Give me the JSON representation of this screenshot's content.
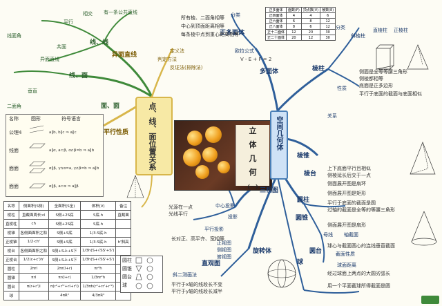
{
  "center": {
    "title_chars": [
      "立",
      "体",
      "几",
      "何",
      "(一)"
    ],
    "left_hub": "点、线、面位置关系",
    "right_hub": "空间几何体"
  },
  "left_branches": {
    "line_line": "线、线",
    "line_plane": "线、面",
    "plane_plane": "面、面",
    "parallel": "平行",
    "intersect": "相交",
    "coplanar": "共面",
    "perpendicular": "垂直",
    "skew": "异面直线",
    "skew_method": "判定方法",
    "definition": "定义法",
    "proof_by_contra": "反证法(排除法)",
    "parallel_props": "平行性质",
    "point_one": "有一条公共直线",
    "perp_line": "线面角",
    "dihedral": "二面角"
  },
  "right_branches": {
    "polyhedron": "多面体",
    "regular": "正多面体",
    "euler": "欧拉公式",
    "prism": "棱柱",
    "pyramid": "棱锥",
    "frustum": "棱台",
    "cylinder": "圆柱",
    "cone": "圆锥",
    "frustum_round": "圆台",
    "sphere": "球",
    "rotation": "旋转体",
    "three_view": "三视图",
    "direct_view": "直观图",
    "projection": "投影",
    "classify": "分类",
    "property": "性质",
    "relation": "关系",
    "oblique_prism": "斜棱柱",
    "right_prism": "直棱柱",
    "reg_prism": "正棱柱",
    "center_proj": "中心投影",
    "parallel_proj": "平行投影",
    "main_view": "正视图",
    "side_view": "侧视图",
    "top_view": "俯视图",
    "oblique_method": "斜二测画法",
    "spherical_dist": "球面距离",
    "section": "截面性质",
    "generatrix": "母线",
    "axis": "轴截面"
  },
  "misc_text": [
    "所有棱、二面角相等",
    "中心到顶面距离相等",
    "每条棱中点到重心距离相等",
    "V - E + F = 2",
    "侧面是全等等腰三角形",
    "侧棱都相等",
    "底面是正多边形",
    "平行于底面的截面与底面相似",
    "上下底面平行且相似",
    "侧棱延长后交于一点",
    "平行于底面的截面是圆",
    "过轴的截面是全等的等腰三角形",
    "球心与截面圆心的连线垂直截面",
    "经过球面上两点的大圆劣弧长",
    "光源在一点",
    "光线平行",
    "长对正、高平齐、宽相等",
    "平行于x轴的线段长不变",
    "平行于y轴的线段长减半",
    "用一个平面截球所得截面是圆",
    "侧面展开图是矩形",
    "侧面展开图是扇形",
    "侧面展开图是扇环"
  ],
  "formula_table": {
    "headers": [
      "名称",
      "侧面积(S侧)",
      "全面积(S全)",
      "体积(V)",
      "备注"
    ],
    "rows": [
      [
        "棱柱",
        "直截面周长×l",
        "S侧+2S底",
        "S底·h",
        "直截面"
      ],
      [
        "直棱柱",
        "ch",
        "S侧+2S底",
        "S底·h",
        ""
      ],
      [
        "棱锥",
        "各侧面面积之和",
        "S侧+S底",
        "1/3·S底·h",
        ""
      ],
      [
        "正棱锥",
        "1/2·ch'",
        "S侧+S底",
        "1/3·S底·h",
        "h'斜高"
      ],
      [
        "棱台",
        "各侧面面积之和",
        "S侧+S上+S下",
        "1/3h(S+√SS'+S')",
        ""
      ],
      [
        "正棱台",
        "1/2(c+c')h'",
        "S侧+S上+S下",
        "1/3h(S+√SS'+S')",
        ""
      ],
      [
        "圆柱",
        "2πrl",
        "2πr(l+r)",
        "πr²h",
        ""
      ],
      [
        "圆锥",
        "πrl",
        "πr(l+r)",
        "1/3πr²h",
        ""
      ],
      [
        "圆台",
        "π(r+r')l",
        "π(r²+r'²+rl+r'l)",
        "1/3πh(r²+rr'+r'²)",
        ""
      ],
      [
        "球",
        "",
        "4πR²",
        "4/3πR³",
        ""
      ]
    ]
  },
  "euler_table": {
    "headers": [
      "正多面体",
      "面数(F)",
      "顶点数(V)",
      "棱数(E)"
    ],
    "rows": [
      [
        "正四面体",
        "4",
        "4",
        "6"
      ],
      [
        "正六面体",
        "6",
        "8",
        "12"
      ],
      [
        "正八面体",
        "8",
        "6",
        "12"
      ],
      [
        "正十二面体",
        "12",
        "20",
        "30"
      ],
      [
        "正二十面体",
        "20",
        "12",
        "30"
      ]
    ]
  },
  "parallel_props_table": {
    "headers": [
      "名称",
      "图形",
      "符号语言"
    ],
    "rows": [
      [
        "公理4",
        "",
        " a∥b, b∥c ⇒ a∥c"
      ],
      [
        "线面",
        "",
        " a∥α, a⊂β, α∩β=b ⇒ a∥b"
      ],
      [
        "面面",
        "",
        " α∥β, γ∩α=a, γ∩β=b ⇒ a∥b"
      ],
      [
        "面面",
        "",
        " α∥β, a⊂α ⇒ a∥β"
      ]
    ]
  },
  "view_grid": {
    "rows": [
      "圆柱",
      "圆锥",
      "圆台",
      "球"
    ]
  },
  "colors": {
    "green": "#3f8a3a",
    "blue": "#2f5f9a",
    "yellow": "#d8b64a"
  }
}
